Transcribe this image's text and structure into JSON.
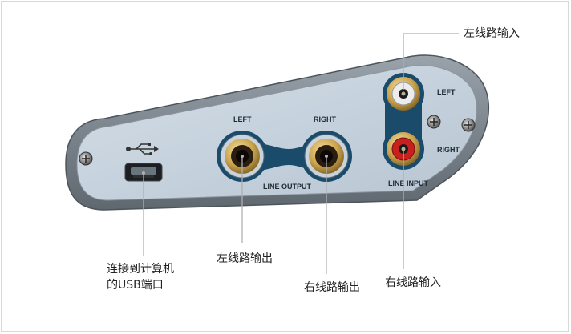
{
  "panel": {
    "jack_left": "LEFT",
    "jack_right": "RIGHT",
    "line_output": "LINE OUTPUT",
    "rca_left": "LEFT",
    "rca_right": "RIGHT",
    "line_input": "LINE INPUT"
  },
  "callouts": {
    "left_line_input": "左线路输入",
    "left_line_output": "左线路输出",
    "right_line_output": "右线路输出",
    "right_line_input": "右线路输入",
    "usb_line1": "连接到计算机",
    "usb_line2": "的USB端口"
  },
  "colors": {
    "body_outer": "#7f8890",
    "panel_face": "#c4d1dc",
    "jack_ring": "#1b4b6a",
    "rca_right_accent": "#c8201e",
    "rca_left_accent": "#e8e8e8",
    "gold": "#c9a24d"
  },
  "icons": [
    "usb-icon",
    "screw-icon"
  ]
}
